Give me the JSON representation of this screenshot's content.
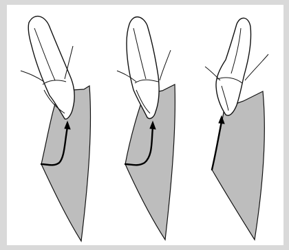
{
  "figure": {
    "background_color": "#ffffff",
    "frame_color": "#d9d9d9",
    "tissue_fill_color": "#bdbdbd",
    "outline_color": "#111111",
    "panels": [
      {
        "name": "panel-1",
        "shows": "curved-probe-arrow-left"
      },
      {
        "name": "panel-2",
        "shows": "curved-probe-arrow-middle"
      },
      {
        "name": "panel-3",
        "shows": "straight-probe-arrow-right"
      }
    ]
  }
}
